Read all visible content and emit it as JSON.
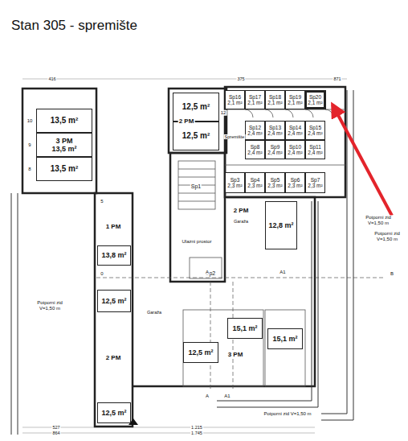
{
  "diagram": {
    "title": "Stan 305 - spremište",
    "nodes": [
      {
        "text": [
          "13,5 m²"
        ]
      },
      {
        "text": [
          "3 PM",
          "13,5 m²"
        ]
      },
      {
        "text": [
          "13,5 m²"
        ]
      },
      {
        "text": [
          "12,5 m²"
        ]
      },
      {
        "text": [
          "12,5 m²"
        ]
      },
      {
        "text": [
          "Sp16",
          "2,1 m²"
        ]
      },
      {
        "text": [
          "Sp17",
          "2,1 m²"
        ]
      },
      {
        "text": [
          "Sp18",
          "2,1 m²"
        ]
      },
      {
        "text": [
          "Sp19",
          "2,1 m²"
        ]
      },
      {
        "text": [
          "Sp20",
          "2,1 m²"
        ]
      },
      {
        "text": [
          "Sp12",
          "2,4 m²"
        ]
      },
      {
        "text": [
          "Sp13",
          "2,4 m²"
        ]
      },
      {
        "text": [
          "Sp14",
          "2,4 m²"
        ]
      },
      {
        "text": [
          "Sp15",
          "2,4 m²"
        ]
      },
      {
        "text": [
          "Sp8",
          "2,4 m²"
        ]
      },
      {
        "text": [
          "Sp9",
          "2,4 m²"
        ]
      },
      {
        "text": [
          "Sp10",
          "2,4 m²"
        ]
      },
      {
        "text": [
          "Sp11",
          "2,4 m²"
        ]
      },
      {
        "text": [
          "Sp3",
          "2,3 m²"
        ]
      },
      {
        "text": [
          "Sp4",
          "2,3 m²"
        ]
      },
      {
        "text": [
          "Sp5",
          "2,3 m²"
        ]
      },
      {
        "text": [
          "Sp6",
          "2,3 m²"
        ]
      },
      {
        "text": [
          "Sp7",
          "2,3 m²"
        ]
      },
      {
        "text": [
          "13,8 m²"
        ]
      },
      {
        "text": [
          "12,8 m²"
        ]
      },
      {
        "text": [
          "12,5 m²"
        ]
      },
      {
        "text": [
          "12,5 m²"
        ]
      },
      {
        "text": [
          "12,5 m²"
        ]
      },
      {
        "text": [
          "15,1 m²"
        ]
      },
      {
        "text": [
          "15,1 m²"
        ]
      }
    ],
    "labels": [
      "10",
      "9",
      "8",
      "2 PM",
      "12",
      "Spremište",
      "Sp1",
      "Ulazni prostor",
      "Sp2",
      "1 PM",
      "5",
      "2 PM",
      "Garaža",
      "0",
      "2 PM",
      "Garaža",
      "3 PM",
      "Potporni zid V=1,50 m",
      "Potporni zid V=1,50 m",
      "Potporni zid V=1,50 m",
      "Potporni zid V=1,50 m",
      "416",
      "375",
      "871",
      "527",
      "864",
      "1.215",
      "1.745",
      "A",
      "A1",
      "B",
      "A",
      "A1"
    ]
  }
}
